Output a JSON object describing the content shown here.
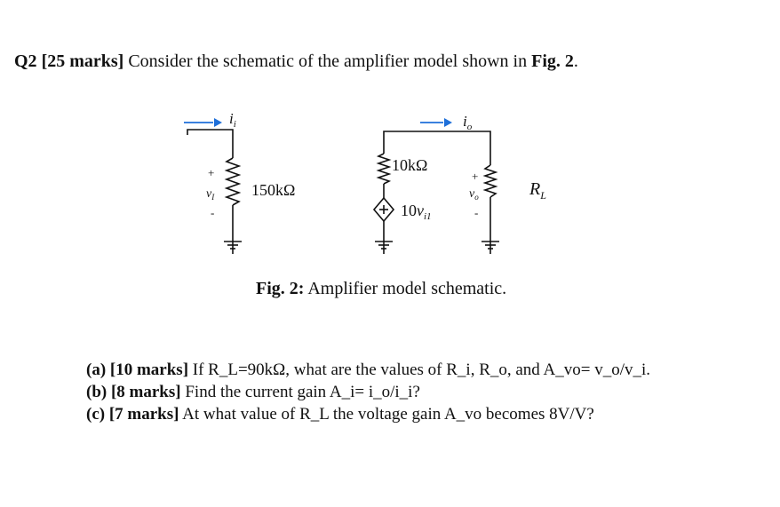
{
  "question": {
    "number": "Q2",
    "marks": "[25 marks]",
    "text": "Consider the schematic of the amplifier model shown in",
    "fig_ref": "Fig. 2",
    "end": "."
  },
  "schematic": {
    "input_current": "i",
    "input_current_sub": "i",
    "input_voltage": "v",
    "input_voltage_sub": "I",
    "plus": "+",
    "minus": "-",
    "input_resistor": "150kΩ",
    "output_resistor": "10kΩ",
    "source_coef": "10",
    "source_var": "v",
    "source_sub": "i1",
    "output_current": "i",
    "output_current_sub": "o",
    "output_voltage": "v",
    "output_voltage_sub": "o",
    "load_symbol": "R",
    "load_sub": "L",
    "colors": {
      "arrow": "#1e6fd9",
      "wire": "#111111"
    }
  },
  "caption": {
    "label": "Fig. 2:",
    "text": "Amplifier model schematic."
  },
  "parts": [
    {
      "label": "(a) [10 marks]",
      "text": "If R_L=90kΩ, what are the values of R_i, R_o, and A_vo= v_o/v_i."
    },
    {
      "label": "(b) [8 marks]",
      "text": "Find the current gain A_i= i_o/i_i?"
    },
    {
      "label": "(c) [7 marks]",
      "text": "At what value of R_L the voltage gain A_vo becomes 8V/V?"
    }
  ]
}
